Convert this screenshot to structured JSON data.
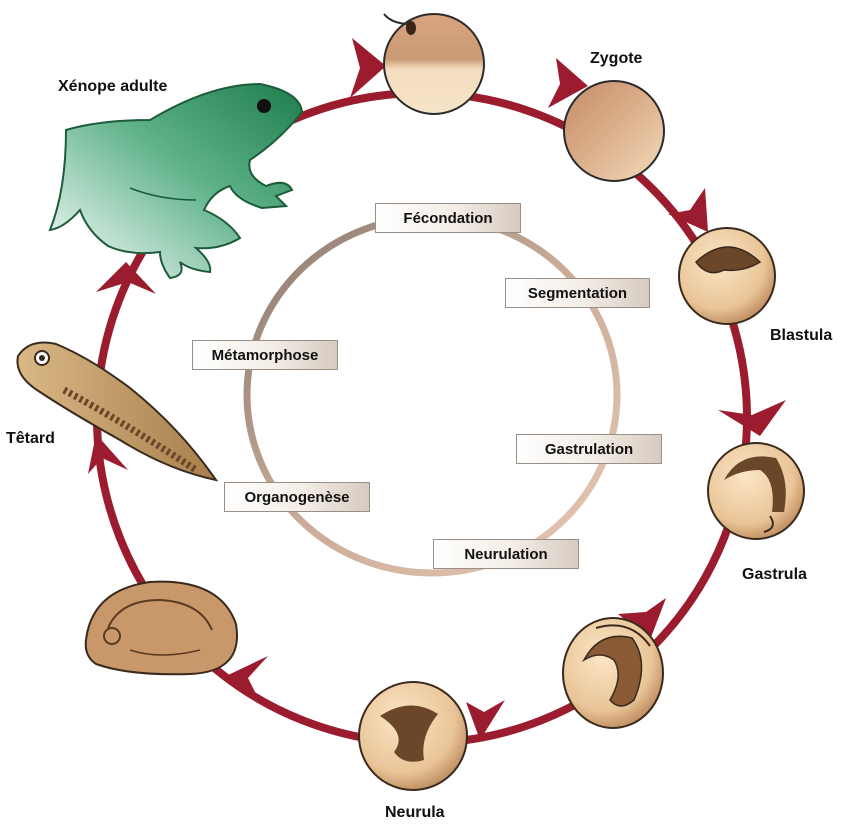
{
  "stages": {
    "adult": "Xénope adulte",
    "zygote": "Zygote",
    "blastula": "Blastula",
    "gastrula": "Gastrula",
    "neurula": "Neurula",
    "tadpole": "Têtard"
  },
  "processes": {
    "fertilization": "Fécondation",
    "segmentation": "Segmentation",
    "gastrulation": "Gastrulation",
    "neurulation": "Neurulation",
    "organogenesis": "Organogenèse",
    "metamorphosis": "Métamorphose"
  },
  "colors": {
    "cycle_arrow": "#9b1c2e",
    "frog": "#2f8f5e",
    "embryo": "#c9966a",
    "inner_ring": "#b9a394"
  }
}
